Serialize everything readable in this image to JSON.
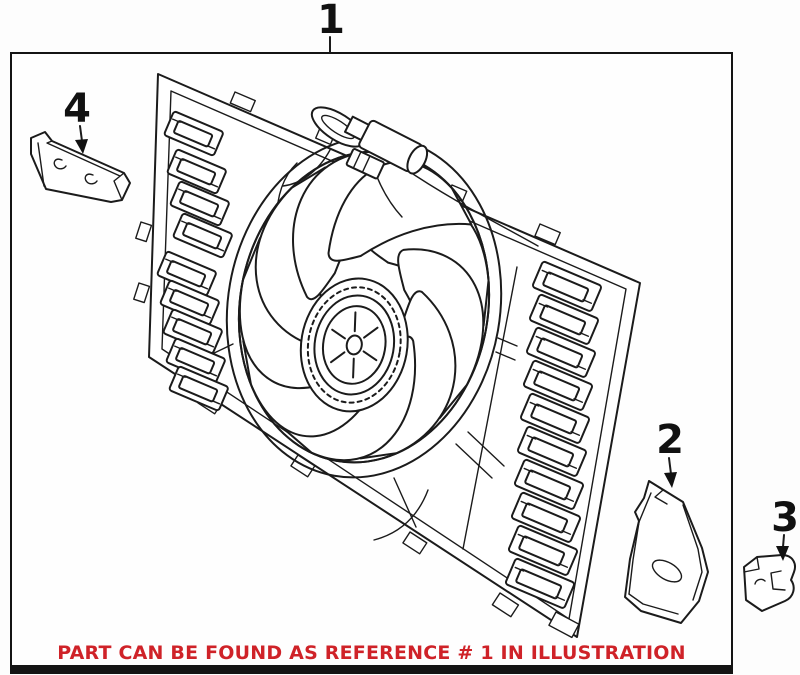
{
  "figure": {
    "type": "parts-illustration",
    "subject": "engine cooling fan module with shroud, blower fan, mounting brackets and clips",
    "callouts": {
      "c1": "1",
      "c2": "2",
      "c3": "3",
      "c4": "4"
    },
    "note": "PART CAN BE FOUND AS REFERENCE # 1 IN ILLUSTRATION",
    "colors": {
      "note_red": "#cf2228",
      "line_ink": "#1b1b1b",
      "border": "#141414",
      "page_bg": "#fdfdfd",
      "panel_bg": "#fefefe"
    }
  }
}
